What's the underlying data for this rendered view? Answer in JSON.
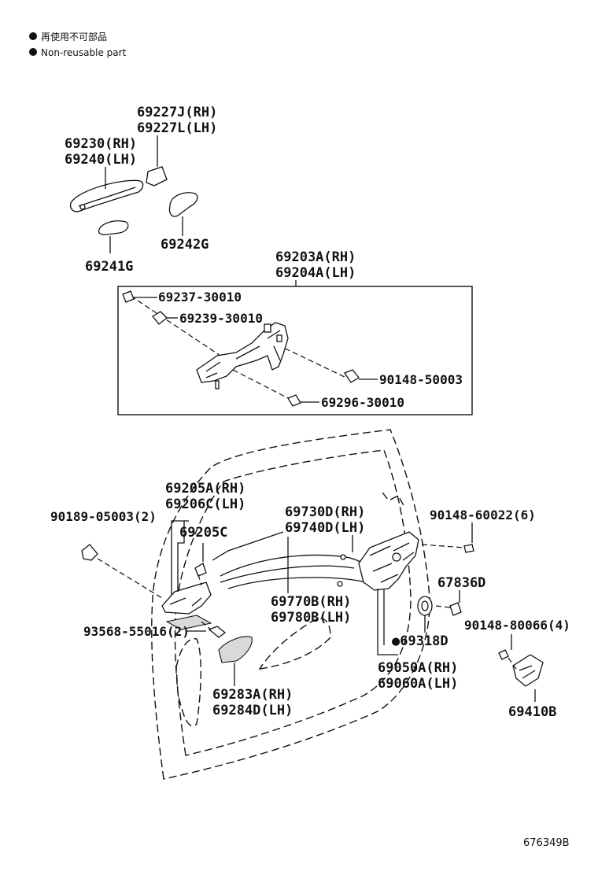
{
  "legend": {
    "jp": "再使用不可部品",
    "en": "Non-reusable part"
  },
  "labels": {
    "p69227j": "69227J(RH)",
    "p69227l": "69227L(LH)",
    "p69230": "69230(RH)",
    "p69240": "69240(LH)",
    "p69242g": "69242G",
    "p69241g": "69241G",
    "p69203a": "69203A(RH)",
    "p69204a": "69204A(LH)",
    "p69237": "69237-30010",
    "p69239": "69239-30010",
    "p90148_50003": "90148-50003",
    "p69296": "69296-30010",
    "p69205a": "69205A(RH)",
    "p69206c": "69206C(LH)",
    "p69205c": "69205C",
    "p90189": "90189-05003(2)",
    "p69730d": "69730D(RH)",
    "p69740d": "69740D(LH)",
    "p90148_60022": "90148-60022(6)",
    "p67836d": "67836D",
    "p69770b": "69770B(RH)",
    "p69780b": "69780B(LH)",
    "p93568": "93568-55016(2)",
    "p90148_80066": "90148-80066(4)",
    "p69318d": "●69318D",
    "p69050a": "69050A(RH)",
    "p69060a": "69060A(LH)",
    "p69283a": "69283A(RH)",
    "p69284d": "69284D(LH)",
    "p69410b": "69410B"
  },
  "ref_number": "676349B"
}
